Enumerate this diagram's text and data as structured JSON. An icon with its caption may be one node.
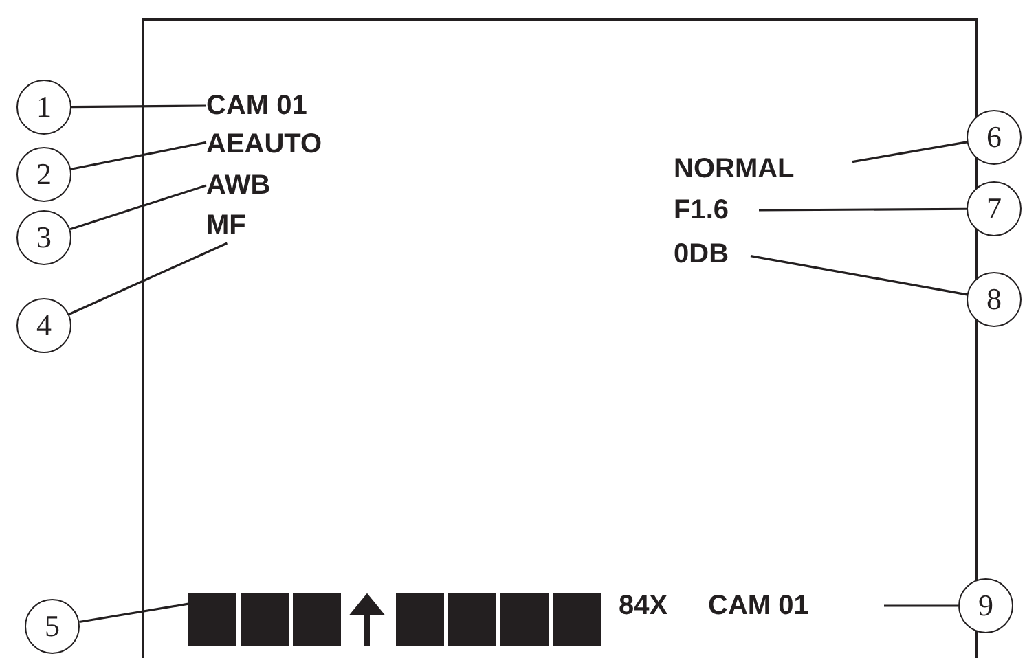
{
  "diagram": {
    "nodes": [
      {
        "text": [
          "1"
        ]
      },
      {
        "text": [
          "CAM 01"
        ]
      },
      {
        "text": [
          "2"
        ]
      },
      {
        "text": [
          "AEAUTO"
        ]
      },
      {
        "text": [
          "3"
        ]
      },
      {
        "text": [
          "AWB"
        ]
      },
      {
        "text": [
          "MF"
        ]
      },
      {
        "text": [
          "4"
        ]
      },
      {
        "text": [
          "NORMAL"
        ]
      },
      {
        "text": [
          "6"
        ]
      },
      {
        "text": [
          "F1.6"
        ]
      },
      {
        "text": [
          "7"
        ]
      },
      {
        "text": [
          "0DB"
        ]
      },
      {
        "text": [
          "8"
        ]
      },
      {
        "text": [],
        "shape": "bar"
      },
      {
        "text": [
          "5"
        ]
      },
      {
        "text": [
          "CAM 01"
        ]
      },
      {
        "text": [
          "9"
        ]
      }
    ],
    "edges": [
      {
        "from": 0,
        "to": 1,
        "arrow": "none"
      },
      {
        "from": 2,
        "to": 3,
        "arrow": "none"
      },
      {
        "from": 4,
        "to": 5,
        "arrow": "none"
      },
      {
        "from": 7,
        "to": 6,
        "arrow": "none"
      },
      {
        "from": 9,
        "to": 8,
        "arrow": "none"
      },
      {
        "from": 11,
        "to": 10,
        "arrow": "none"
      },
      {
        "from": 13,
        "to": 12,
        "arrow": "none"
      },
      {
        "from": 15,
        "to": 14,
        "arrow": "none"
      },
      {
        "from": 17,
        "to": 16,
        "arrow": "none"
      }
    ],
    "labels": [
      "84X"
    ]
  }
}
